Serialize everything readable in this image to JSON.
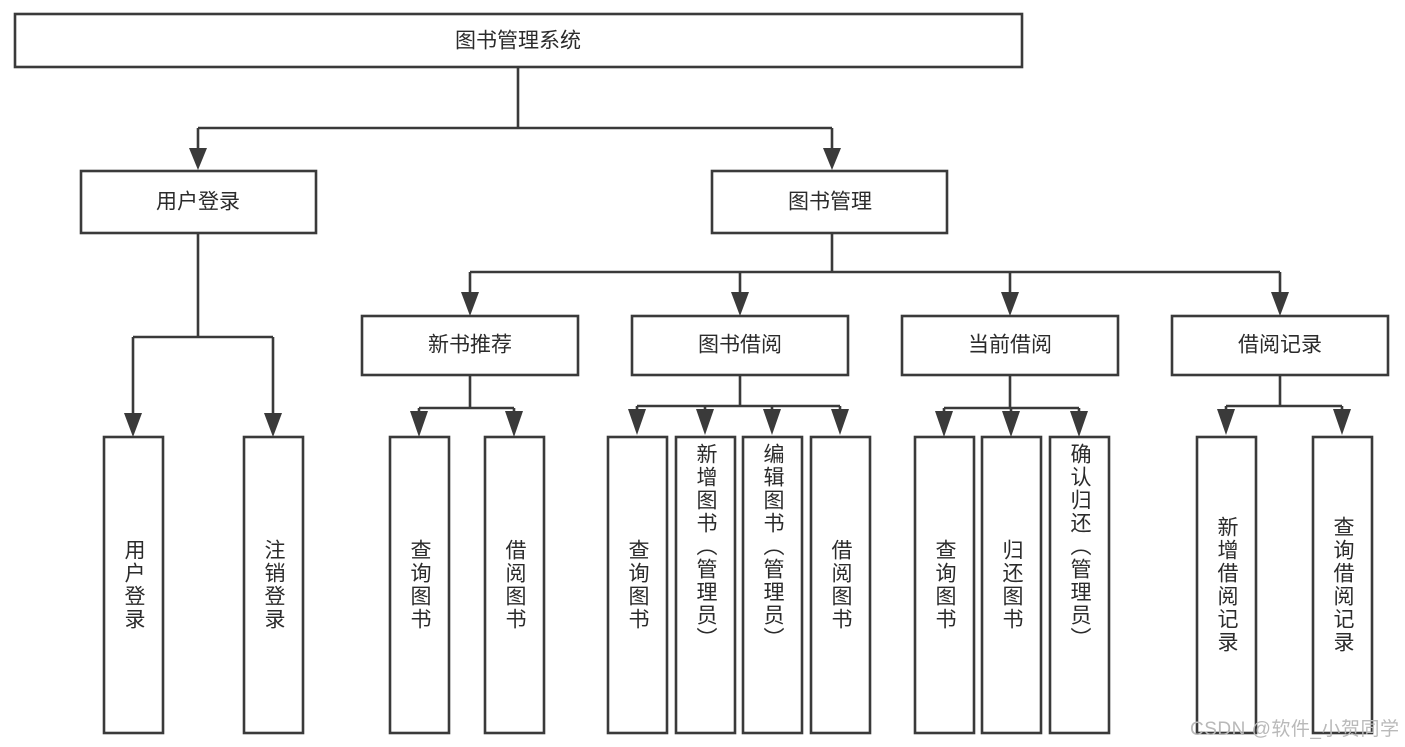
{
  "diagram": {
    "title": "图书管理系统",
    "watermark": "CSDN @软件_小贺同学",
    "colors": {
      "stroke": "#3a3a3a",
      "box_fill": "#ffffff",
      "text": "#2b2b2b",
      "background": "#ffffff",
      "watermark": "#b9b9b9"
    },
    "root": {
      "label": "图书管理系统",
      "orientation": "horizontal"
    },
    "level2": [
      {
        "label": "用户登录",
        "orientation": "horizontal"
      },
      {
        "label": "图书管理",
        "orientation": "horizontal"
      }
    ],
    "level3": [
      {
        "label": "新书推荐",
        "orientation": "horizontal"
      },
      {
        "label": "图书借阅",
        "orientation": "horizontal"
      },
      {
        "label": "当前借阅",
        "orientation": "horizontal"
      },
      {
        "label": "借阅记录",
        "orientation": "horizontal"
      }
    ],
    "leaves": {
      "user_login": [
        {
          "label": "用户登录",
          "orientation": "vertical"
        },
        {
          "label": "注销登录",
          "orientation": "vertical"
        }
      ],
      "new_book_recommend": [
        {
          "label": "查询图书",
          "orientation": "vertical"
        },
        {
          "label": "借阅图书",
          "orientation": "vertical"
        }
      ],
      "book_borrow": [
        {
          "label": "查询图书",
          "orientation": "vertical"
        },
        {
          "label": "新增图书（管理员）",
          "orientation": "vertical"
        },
        {
          "label": "编辑图书（管理员）",
          "orientation": "vertical"
        },
        {
          "label": "借阅图书",
          "orientation": "vertical"
        }
      ],
      "current_borrow": [
        {
          "label": "查询图书",
          "orientation": "vertical"
        },
        {
          "label": "归还图书",
          "orientation": "vertical"
        },
        {
          "label": "确认归还（管理员）",
          "orientation": "vertical"
        }
      ],
      "borrow_record": [
        {
          "label": "新增借阅记录",
          "orientation": "vertical"
        },
        {
          "label": "查询借阅记录",
          "orientation": "vertical"
        }
      ]
    }
  }
}
